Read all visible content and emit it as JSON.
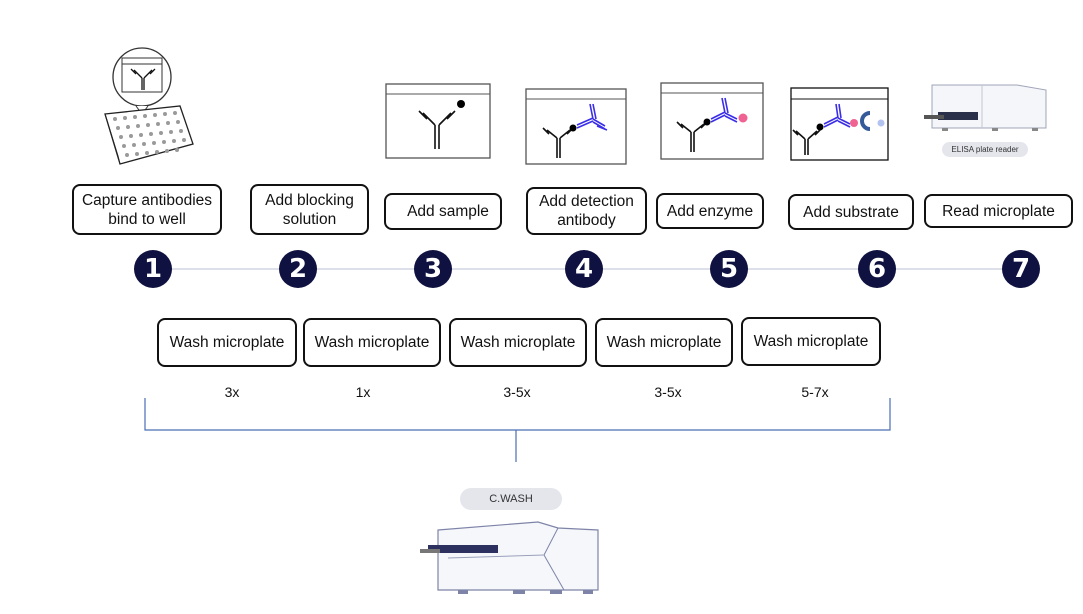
{
  "steps": [
    {
      "number": "1",
      "label": "Capture antibodies bind to well"
    },
    {
      "number": "2",
      "label": "Add blocking solution"
    },
    {
      "number": "3",
      "label": "Add sample"
    },
    {
      "number": "4",
      "label": "Add detection antibody"
    },
    {
      "number": "5",
      "label": "Add enzyme"
    },
    {
      "number": "6",
      "label": "Add substrate"
    },
    {
      "number": "7",
      "label": "Read microplate"
    }
  ],
  "washes": [
    {
      "label": "Wash microplate",
      "count": "3x"
    },
    {
      "label": "Wash microplate",
      "count": "1x"
    },
    {
      "label": "Wash microplate",
      "count": "3-5x"
    },
    {
      "label": "Wash microplate",
      "count": "3-5x"
    },
    {
      "label": "Wash microplate",
      "count": "5-7x"
    }
  ],
  "devices": {
    "reader": "ELISA plate reader",
    "washer": "C.WASH"
  },
  "colors": {
    "step_circle": "#0f1240",
    "detection_antibody": "#3a2ee8",
    "enzyme": "#f06292",
    "bracket": "#4a6fb5"
  }
}
